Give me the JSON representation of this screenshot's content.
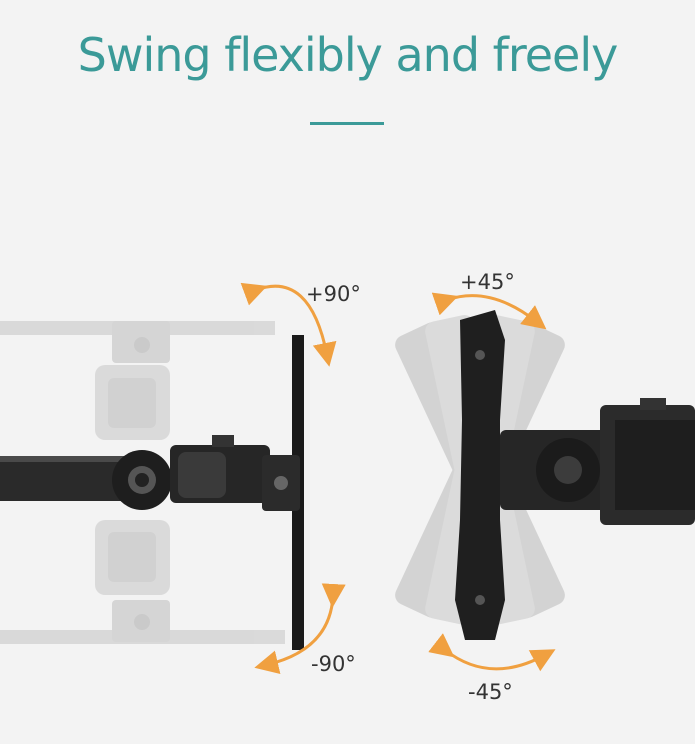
{
  "heading": {
    "title": "Swing flexibly and freely"
  },
  "angles": {
    "left_top": "+90°",
    "left_bottom": "-90°",
    "right_top": "+45°",
    "right_bottom": "-45°"
  },
  "colors": {
    "accent": "#3b9a98",
    "arrow": "#f0a040",
    "background": "#f3f3f3",
    "metal": "#222222",
    "ghost": "#c9c9c9"
  }
}
